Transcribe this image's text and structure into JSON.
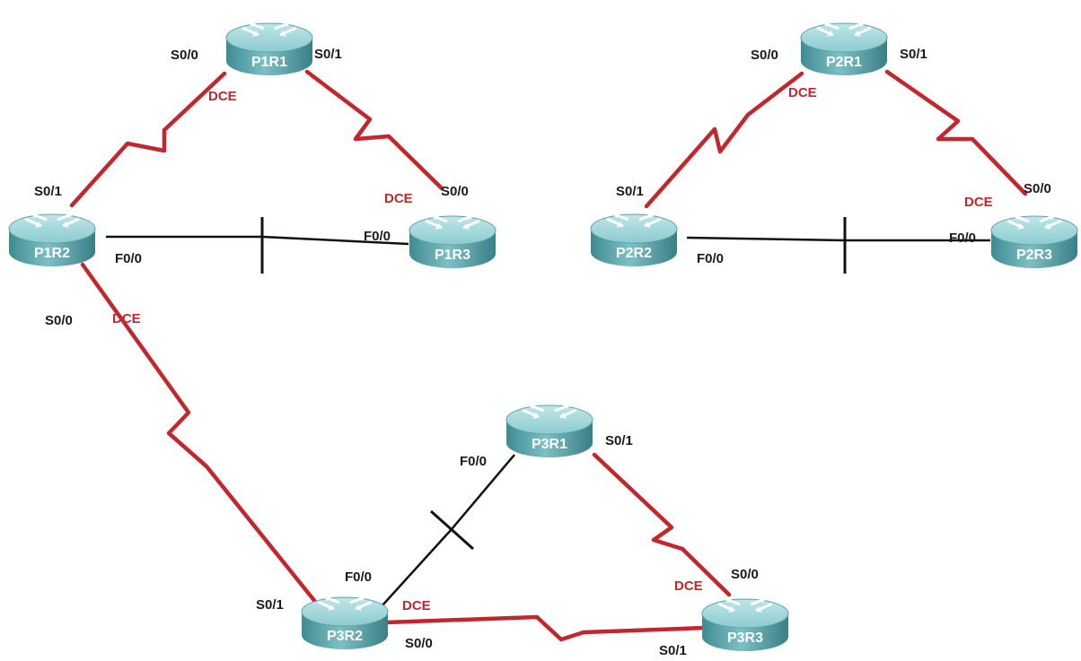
{
  "colors": {
    "serial": "#c1272d",
    "ethernet": "#111111",
    "dce": "#c1272d",
    "router_body_light": "#86c5c9",
    "router_body_dark": "#3f8b92",
    "router_top": "#a9dadd"
  },
  "routers": [
    {
      "id": "P1R1",
      "name": "P1R1"
    },
    {
      "id": "P1R2",
      "name": "P1R2"
    },
    {
      "id": "P1R3",
      "name": "P1R3"
    },
    {
      "id": "P2R1",
      "name": "P2R1"
    },
    {
      "id": "P2R2",
      "name": "P2R2"
    },
    {
      "id": "P2R3",
      "name": "P2R3"
    },
    {
      "id": "P3R1",
      "name": "P3R1"
    },
    {
      "id": "P3R2",
      "name": "P3R2"
    },
    {
      "id": "P3R3",
      "name": "P3R3"
    }
  ],
  "links": [
    {
      "id": "p1r1-p1r2",
      "type": "serial",
      "from": "P1R1",
      "from_port": "S0/0",
      "to": "P1R2",
      "to_port": "S0/1",
      "dce": "P1R1"
    },
    {
      "id": "p1r1-p1r3",
      "type": "serial",
      "from": "P1R1",
      "from_port": "S0/1",
      "to": "P1R3",
      "to_port": "S0/0",
      "dce": "P1R3"
    },
    {
      "id": "p1r2-p1r3",
      "type": "ethernet",
      "from": "P1R2",
      "from_port": "F0/0",
      "to": "P1R3",
      "to_port": "F0/0"
    },
    {
      "id": "p2r1-p2r2",
      "type": "serial",
      "from": "P2R1",
      "from_port": "S0/0",
      "to": "P2R2",
      "to_port": "S0/1",
      "dce": "P2R1"
    },
    {
      "id": "p2r1-p2r3",
      "type": "serial",
      "from": "P2R1",
      "from_port": "S0/1",
      "to": "P2R3",
      "to_port": "S0/0",
      "dce": "P2R3"
    },
    {
      "id": "p2r2-p2r3",
      "type": "ethernet",
      "from": "P2R2",
      "from_port": "F0/0",
      "to": "P2R3",
      "to_port": "F0/0"
    },
    {
      "id": "p1r2-p3r2",
      "type": "serial",
      "from": "P1R2",
      "from_port": "S0/0",
      "to": "P3R2",
      "to_port": "S0/1",
      "dce": "P1R2"
    },
    {
      "id": "p3r1-p3r2",
      "type": "ethernet",
      "from": "P3R1",
      "from_port": "F0/0",
      "to": "P3R2",
      "to_port": "F0/0"
    },
    {
      "id": "p3r1-p3r3",
      "type": "serial",
      "from": "P3R1",
      "from_port": "S0/1",
      "to": "P3R3",
      "to_port": "S0/0",
      "dce": "P3R3"
    },
    {
      "id": "p3r2-p3r3",
      "type": "serial",
      "from": "P3R2",
      "from_port": "S0/0",
      "to": "P3R3",
      "to_port": "S0/1",
      "dce": "P3R2"
    }
  ],
  "labels": {
    "p1r1_s00": "S0/0",
    "p1r1_s01": "S0/1",
    "p1r1_dce": "DCE",
    "p1r2_s01": "S0/1",
    "p1r2_f00": "F0/0",
    "p1r2_s00": "S0/0",
    "p1r2_dce": "DCE",
    "p1r3_dce": "DCE",
    "p1r3_s00": "S0/0",
    "p1r3_f00": "F0/0",
    "p2r1_s00": "S0/0",
    "p2r1_s01": "S0/1",
    "p2r1_dce": "DCE",
    "p2r2_s01": "S0/1",
    "p2r2_f00": "F0/0",
    "p2r3_dce": "DCE",
    "p2r3_s00": "S0/0",
    "p2r3_f00": "F0/0",
    "p3r1_f00": "F0/0",
    "p3r1_s01": "S0/1",
    "p3r2_f00": "F0/0",
    "p3r2_s01": "S0/1",
    "p3r2_dce": "DCE",
    "p3r2_s00": "S0/0",
    "p3r3_dce": "DCE",
    "p3r3_s00": "S0/0",
    "p3r3_s01": "S0/1"
  }
}
